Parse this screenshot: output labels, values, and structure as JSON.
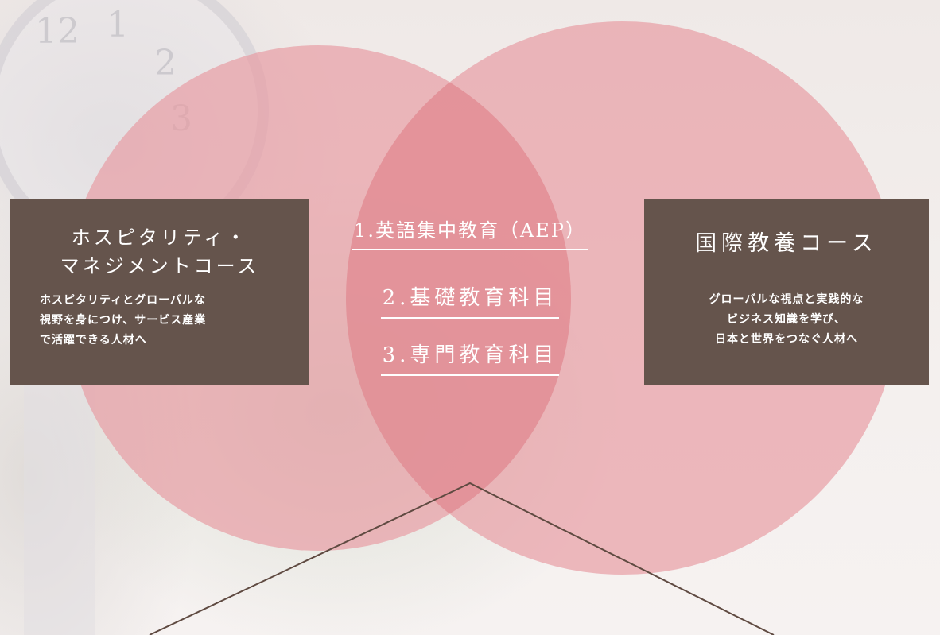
{
  "left_course": {
    "title_line1": "ホスピタリティ・",
    "title_line2": "マネジメントコース",
    "desc_line1": "ホスピタリティとグローバルな",
    "desc_line2": "視野を身につけ、サービス産業",
    "desc_line3": "で活躍できる人材へ"
  },
  "right_course": {
    "title": "国際教養コース",
    "desc_line1": "グローバルな視点と実践的な",
    "desc_line2": "ビジネス知識を学び、",
    "desc_line3": "日本と世界をつなぐ人材へ"
  },
  "common_curriculum": [
    "1.英語集中教育（AEP）",
    "2.基礎教育科目",
    "3.専門教育科目"
  ],
  "colors": {
    "circle": "#e79ba2",
    "overlap": "#dd7f87",
    "box": "#65544c",
    "connector": "#5f4a41"
  }
}
